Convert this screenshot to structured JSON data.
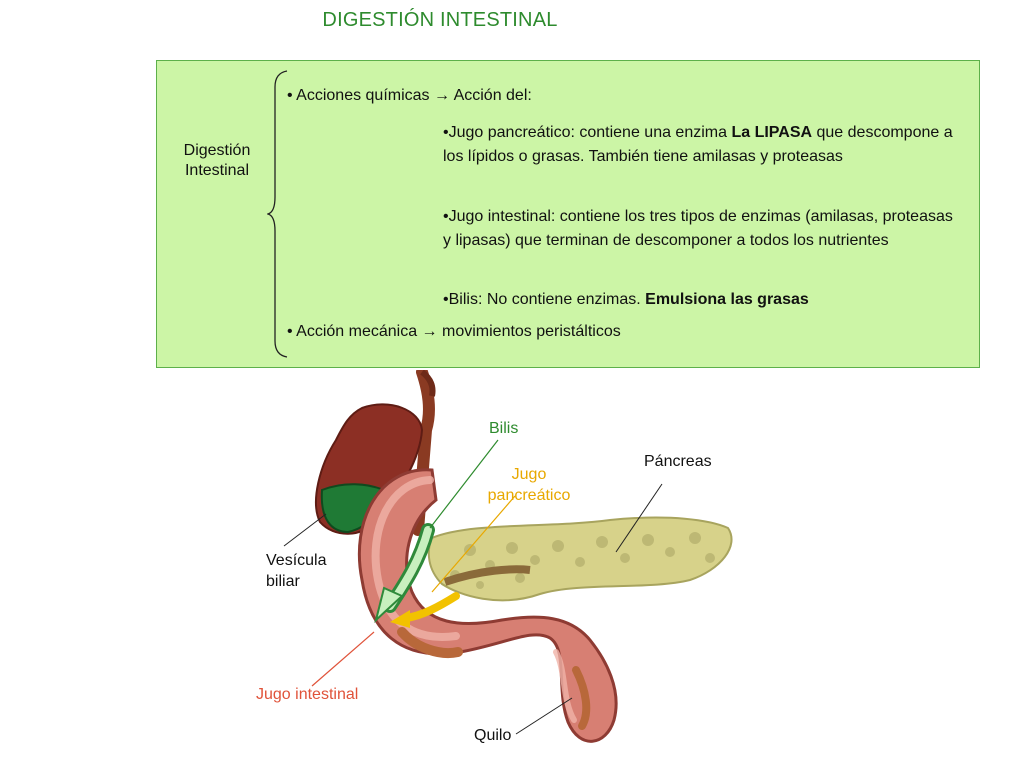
{
  "title": "DIGESTIÓN INTESTINAL",
  "box": {
    "side_label_line1": "Digestión",
    "side_label_line2": "Intestinal",
    "chemical": "• Acciones químicas →  Acción del:",
    "pancreatic_pre": "•Jugo pancreático: contiene una enzima ",
    "pancreatic_bold": "La LIPASA",
    "pancreatic_post": " que descompone a los lípidos o grasas. También tiene amilasas y proteasas",
    "intestinal": "•Jugo intestinal: contiene los tres tipos de enzimas (amilasas, proteasas y lipasas) que terminan de descomponer a todos los nutrientes",
    "bile_pre": "•Bilis: No contiene enzimas. ",
    "bile_bold": "Emulsiona las grasas",
    "mechanical": "• Acción mecánica → movimientos   peristálticos"
  },
  "figure": {
    "bilis": "Bilis",
    "jugo_pancreatico_line1": "Jugo",
    "jugo_pancreatico_line2": "pancreático",
    "pancreas": "Páncreas",
    "vesicula_line1": "Vesícula",
    "vesicula_line2": "biliar",
    "jugo_intestinal": "Jugo intestinal",
    "quilo": "Quilo"
  },
  "colors": {
    "title": "#2e8b2e",
    "box_fill": "#ccf5a6",
    "box_border": "#5db04a",
    "bilis_label": "#2e8b2e",
    "jugo_pancreatico_label": "#e8a800",
    "jugo_intestinal_label": "#e0533a"
  }
}
